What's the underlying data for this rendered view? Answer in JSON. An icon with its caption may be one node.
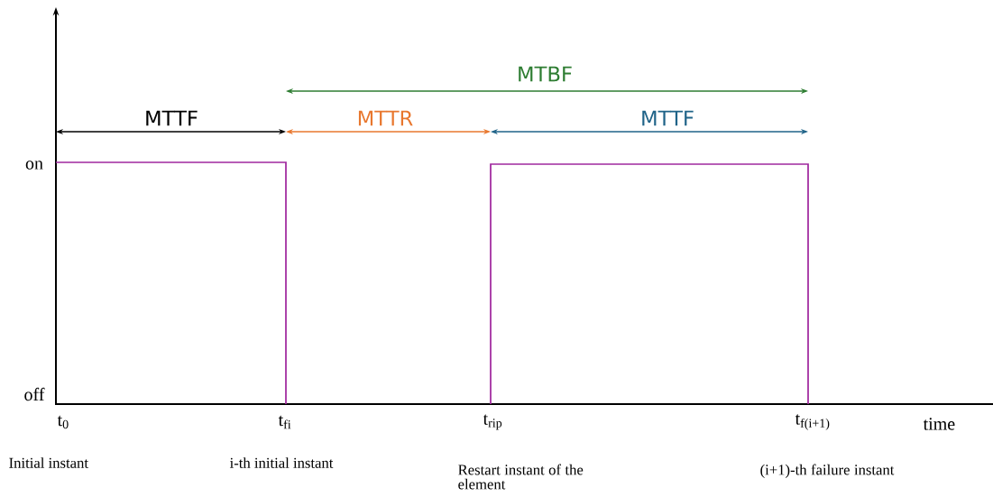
{
  "diagram": {
    "labels": [
      "MTBF",
      "MTTF",
      "MTTR",
      "MTTF",
      "on",
      "off",
      "t$_{0}$",
      "t$_{fi}$",
      "t$_{rip}$",
      "t$_{f(i+1)}$",
      "time",
      "Initial instant",
      "i-th initial instant",
      "Restart instant of the element",
      "(i+1)-th failure instant"
    ]
  }
}
